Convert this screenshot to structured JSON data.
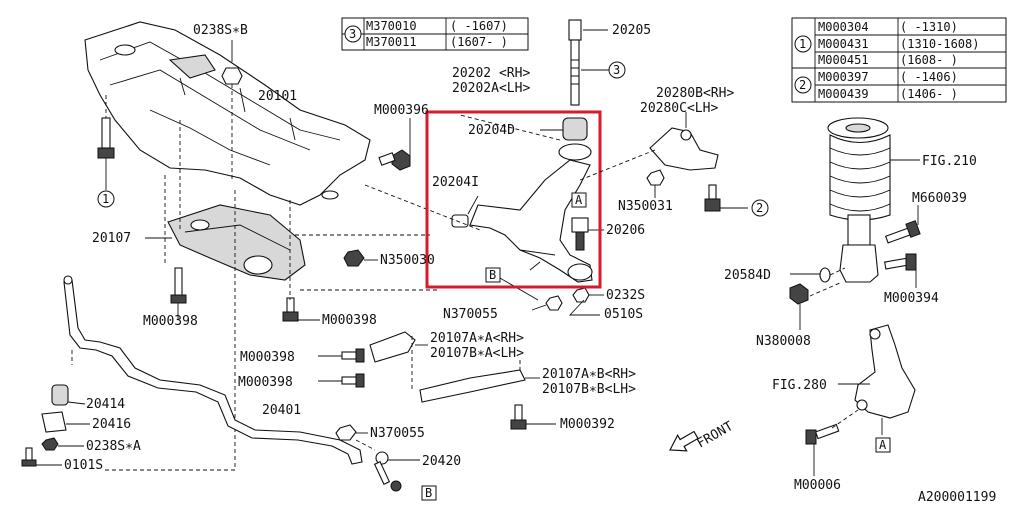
{
  "parts": {
    "p0238SB": "0238S∗B",
    "p20101": "20101",
    "m370010": "M370010",
    "m370010_range": "( -1607)",
    "m370011": "M370011",
    "m370011_range": "(1607- )",
    "p20205": "20205",
    "p20202rh": "20202 <RH>",
    "p20202alh": "20202A<LH>",
    "m000396": "M000396",
    "p20204d": "20204D",
    "p20204i": "20204I",
    "p20280brh": "20280B<RH>",
    "p20280clh": "20280C<LH>",
    "n350031": "N350031",
    "p20206": "20206",
    "p20107": "20107",
    "n350030": "N350030",
    "p0232s": "0232S",
    "n370055a": "N370055",
    "p0510s": "0510S",
    "m000398a": "M000398",
    "m000398b": "M000398",
    "m000398c": "M000398",
    "m000398d": "M000398",
    "p20107aarh": "20107A∗A<RH>",
    "p20107balh": "20107B∗A<LH>",
    "p20107abrh": "20107A∗B<RH>",
    "p20107bblh": "20107B∗B<LH>",
    "m000392": "M000392",
    "p20414": "20414",
    "p20416": "20416",
    "p0238SA": "0238S∗A",
    "p0101s": "0101S",
    "p20401": "20401",
    "n370055b": "N370055",
    "p20420": "20420",
    "m000304": "M000304",
    "m000304_range": "( -1310)",
    "m000431": "M000431",
    "m000431_range": "(1310-1608)",
    "m000451": "M000451",
    "m000451_range": "(1608- )",
    "m000397": "M000397",
    "m000397_range": "( -1406)",
    "m000439": "M000439",
    "m000439_range": "(1406- )",
    "fig210": "FIG.210",
    "m660039": "M660039",
    "p20584d": "20584D",
    "m000394": "M000394",
    "n380008": "N380008",
    "fig280": "FIG.280",
    "m00006": "M00006",
    "front": "FRONT",
    "diagram_id": "A200001199"
  },
  "callouts": {
    "c1": "1",
    "c2": "2",
    "c3": "3",
    "tA": "A",
    "tB": "B"
  },
  "colors": {
    "highlight": "#d8182b",
    "line": "#111111"
  }
}
